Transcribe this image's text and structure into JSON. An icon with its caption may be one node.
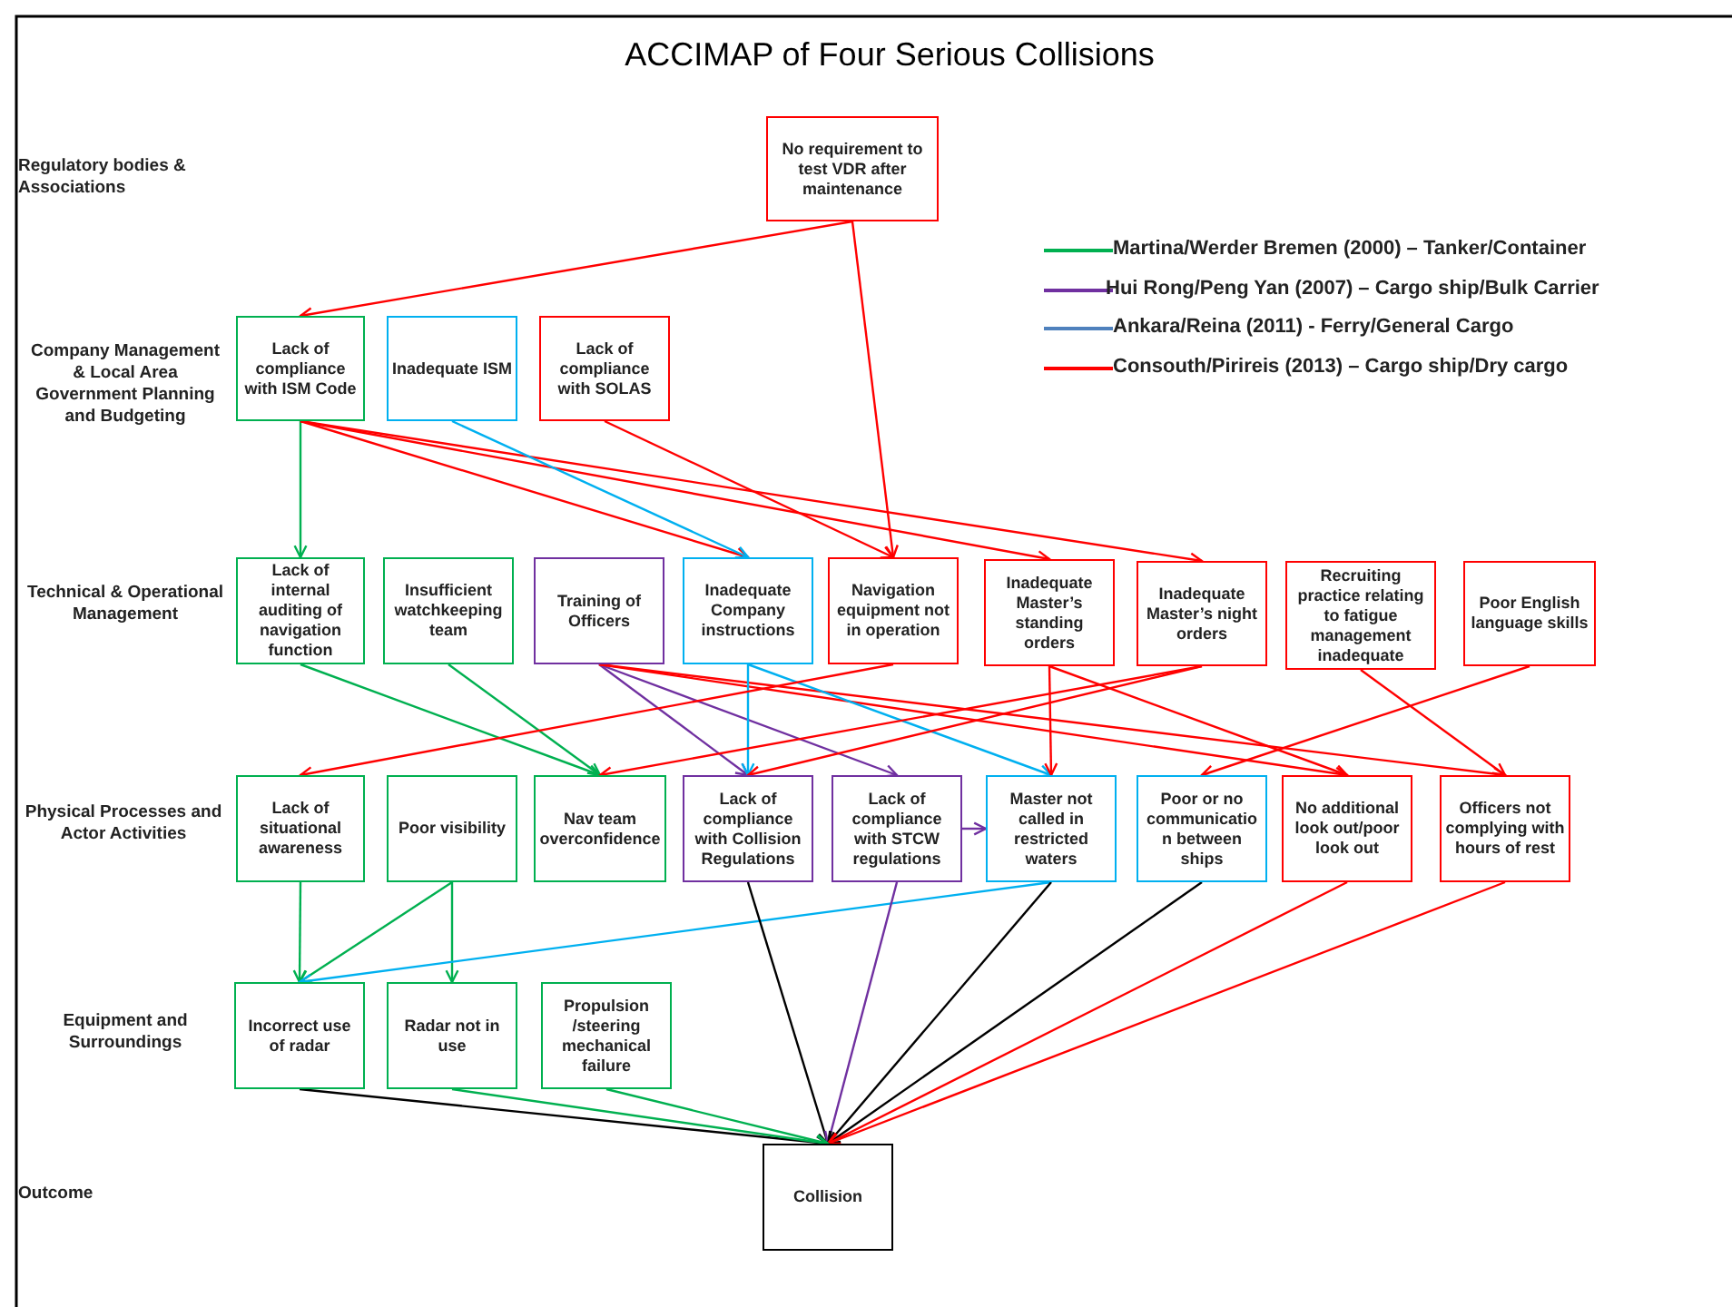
{
  "diagram": {
    "title": "ACCIMAP of Four Serious Collisions",
    "nodes": [
      {
        "text": [
          "No requirement to test VDR after maintenance"
        ]
      },
      {
        "text": [
          "Lack of compliance with ISM Code"
        ]
      },
      {
        "text": [
          "Inadequate ISM"
        ]
      },
      {
        "text": [
          "Lack of compliance with SOLAS"
        ]
      },
      {
        "text": [
          "Lack of internal auditing of navigation function"
        ]
      },
      {
        "text": [
          "Insufficient watchkeeping team"
        ]
      },
      {
        "text": [
          "Training of Officers"
        ]
      },
      {
        "text": [
          "Inadequate Company instructions"
        ]
      },
      {
        "text": [
          "Navigation equipment not in operation"
        ]
      },
      {
        "text": [
          "Inadequate Master’s standing orders"
        ]
      },
      {
        "text": [
          "Inadequate Master’s night orders"
        ]
      },
      {
        "text": [
          "Recruiting practice relating to fatigue management inadequate"
        ]
      },
      {
        "text": [
          "Poor English language skills"
        ]
      },
      {
        "text": [
          "Lack of situational awareness"
        ]
      },
      {
        "text": [
          "Poor visibility"
        ]
      },
      {
        "text": [
          "Nav team overconfidence"
        ]
      },
      {
        "text": [
          "Lack of compliance with Collision Regulations"
        ]
      },
      {
        "text": [
          "Lack of compliance with STCW regulations"
        ]
      },
      {
        "text": [
          "Master not called in restricted waters"
        ]
      },
      {
        "text": [
          "Poor or no communication between ships"
        ]
      },
      {
        "text": [
          "No additional look out/poor look out"
        ]
      },
      {
        "text": [
          "Officers not complying with hours of rest"
        ]
      },
      {
        "text": [
          "Incorrect use of radar"
        ]
      },
      {
        "text": [
          "Radar not in use"
        ]
      },
      {
        "text": [
          "Propulsion /steering mechanical failure"
        ]
      },
      {
        "text": [
          "Collision"
        ]
      }
    ],
    "edges": [
      {
        "from": 0,
        "to": 1,
        "arrow": "to"
      },
      {
        "from": 0,
        "to": 8,
        "arrow": "to"
      },
      {
        "from": 1,
        "to": 4,
        "arrow": "to",
        "color": "#00b050"
      },
      {
        "from": 1,
        "to": 7,
        "arrow": "to"
      },
      {
        "from": 1,
        "to": 9,
        "arrow": "to"
      },
      {
        "from": 1,
        "to": 10,
        "arrow": "to"
      },
      {
        "from": 2,
        "to": 7,
        "arrow": "to",
        "color": "#00b0f0"
      },
      {
        "from": 3,
        "to": 8,
        "arrow": "to"
      },
      {
        "from": 4,
        "to": 15,
        "arrow": "to",
        "color": "#00b050"
      },
      {
        "from": 5,
        "to": 15,
        "arrow": "to",
        "color": "#00b050"
      },
      {
        "from": 6,
        "to": 16,
        "arrow": "to",
        "color": "#7030a0"
      },
      {
        "from": 6,
        "to": 17,
        "arrow": "to",
        "color": "#7030a0"
      },
      {
        "from": 6,
        "to": 20,
        "arrow": "to"
      },
      {
        "from": 6,
        "to": 21,
        "arrow": "to"
      },
      {
        "from": 7,
        "to": 16,
        "arrow": "to",
        "color": "#00b0f0"
      },
      {
        "from": 7,
        "to": 18,
        "arrow": "to",
        "color": "#00b0f0"
      },
      {
        "from": 8,
        "to": 13,
        "arrow": "to"
      },
      {
        "from": 9,
        "to": 18,
        "arrow": "to"
      },
      {
        "from": 9,
        "to": 20,
        "arrow": "to"
      },
      {
        "from": 10,
        "to": 15,
        "arrow": "to"
      },
      {
        "from": 10,
        "to": 16,
        "arrow": "to"
      },
      {
        "from": 11,
        "to": 21,
        "arrow": "to"
      },
      {
        "from": 12,
        "to": 19,
        "arrow": "to"
      },
      {
        "from": 17,
        "to": 18,
        "arrow": "to",
        "color": "#7030a0"
      },
      {
        "from": 13,
        "to": 22,
        "arrow": "to",
        "color": "#00b050"
      },
      {
        "from": 14,
        "to": 22,
        "arrow": "to",
        "color": "#00b050"
      },
      {
        "from": 14,
        "to": 23,
        "arrow": "to",
        "color": "#00b050"
      },
      {
        "from": 18,
        "to": 22,
        "arrow": "to",
        "color": "#00b0f0"
      },
      {
        "from": 16,
        "to": 25,
        "arrow": "to",
        "color": "#000000"
      },
      {
        "from": 17,
        "to": 25,
        "arrow": "to",
        "color": "#7030a0"
      },
      {
        "from": 18,
        "to": 25,
        "arrow": "to",
        "color": "#000000"
      },
      {
        "from": 19,
        "to": 25,
        "arrow": "to",
        "color": "#000000"
      },
      {
        "from": 20,
        "to": 25,
        "arrow": "to"
      },
      {
        "from": 21,
        "to": 25,
        "arrow": "to"
      },
      {
        "from": 22,
        "to": 25,
        "arrow": "to",
        "color": "#000000"
      },
      {
        "from": 23,
        "to": 25,
        "arrow": "to",
        "color": "#00b050"
      },
      {
        "from": 24,
        "to": 25,
        "arrow": "to",
        "color": "#00b050"
      }
    ],
    "labels": [
      "Regulatory bodies & Associations",
      "Company Management & Local Area Government Planning and Budgeting",
      "Technical & Operational Management",
      "Physical Processes and Actor Activities",
      "Equipment and Surroundings",
      "Outcome"
    ],
    "legend": [
      {
        "text": "Martina/Werder Bremen (2000) – Tanker/Container",
        "color": "#00b050"
      },
      {
        "text": "Hui Rong/Peng Yan (2007) – Cargo ship/Bulk Carrier",
        "color": "#7030a0"
      },
      {
        "text": "Ankara/Reina (2011)  - Ferry/General Cargo",
        "color": "#4f81bd"
      },
      {
        "text": "Consouth/Pirireis (2013) – Cargo ship/Dry cargo",
        "color": "#ff0000"
      }
    ]
  }
}
